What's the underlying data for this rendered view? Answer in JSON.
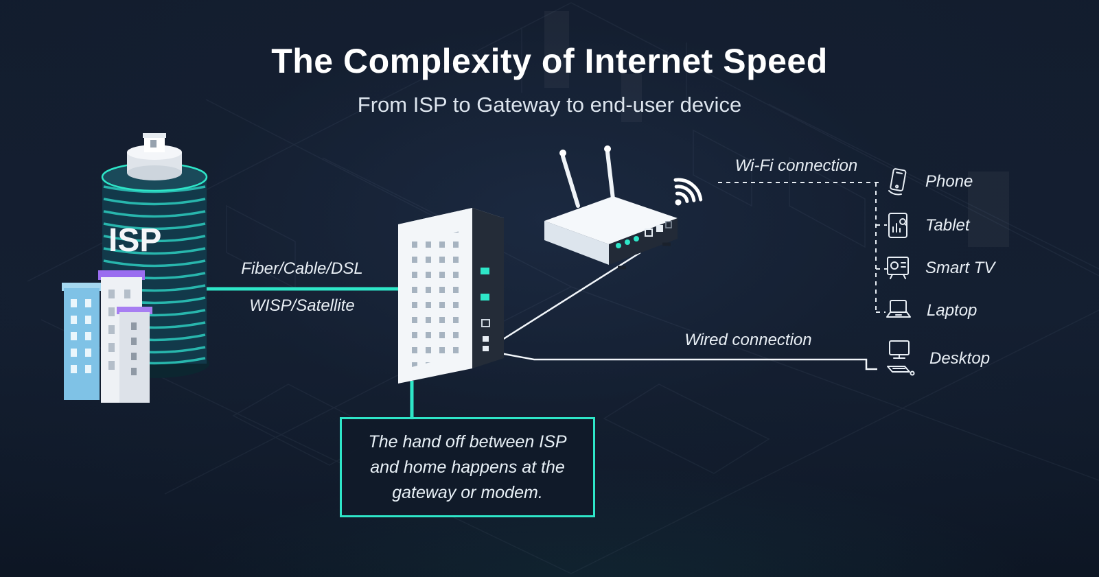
{
  "header": {
    "title": "The Complexity of Internet Speed",
    "subtitle": "From ISP to Gateway to end-user device"
  },
  "isp": {
    "label": "ISP"
  },
  "labels": {
    "fiber": "Fiber/Cable/DSL",
    "wisp": "WISP/Satellite",
    "wifi": "Wi-Fi connection",
    "wired": "Wired connection"
  },
  "callout": {
    "lines": [
      "The hand off between ISP",
      "and home happens at the",
      "gateway or modem."
    ]
  },
  "devices": [
    {
      "label": "Phone",
      "icon": "phone-icon"
    },
    {
      "label": "Tablet",
      "icon": "tablet-icon"
    },
    {
      "label": "Smart TV",
      "icon": "smart-tv-icon"
    },
    {
      "label": "Laptop",
      "icon": "laptop-icon"
    },
    {
      "label": "Desktop",
      "icon": "desktop-icon"
    }
  ],
  "nodes": {
    "isp_building": "isp-building",
    "gateway_modem": "modem",
    "wifi_router": "router",
    "wifi_signal": "wifi-signal-icon"
  },
  "colors": {
    "background": "#131d2e",
    "accent_teal": "#2ee6c8",
    "callout_border": "#2ee6c8",
    "text_primary": "#ffffff",
    "text_secondary": "#e9eff5",
    "building_blue": "#7fc2e6",
    "building_purple": "#9a6df0"
  }
}
